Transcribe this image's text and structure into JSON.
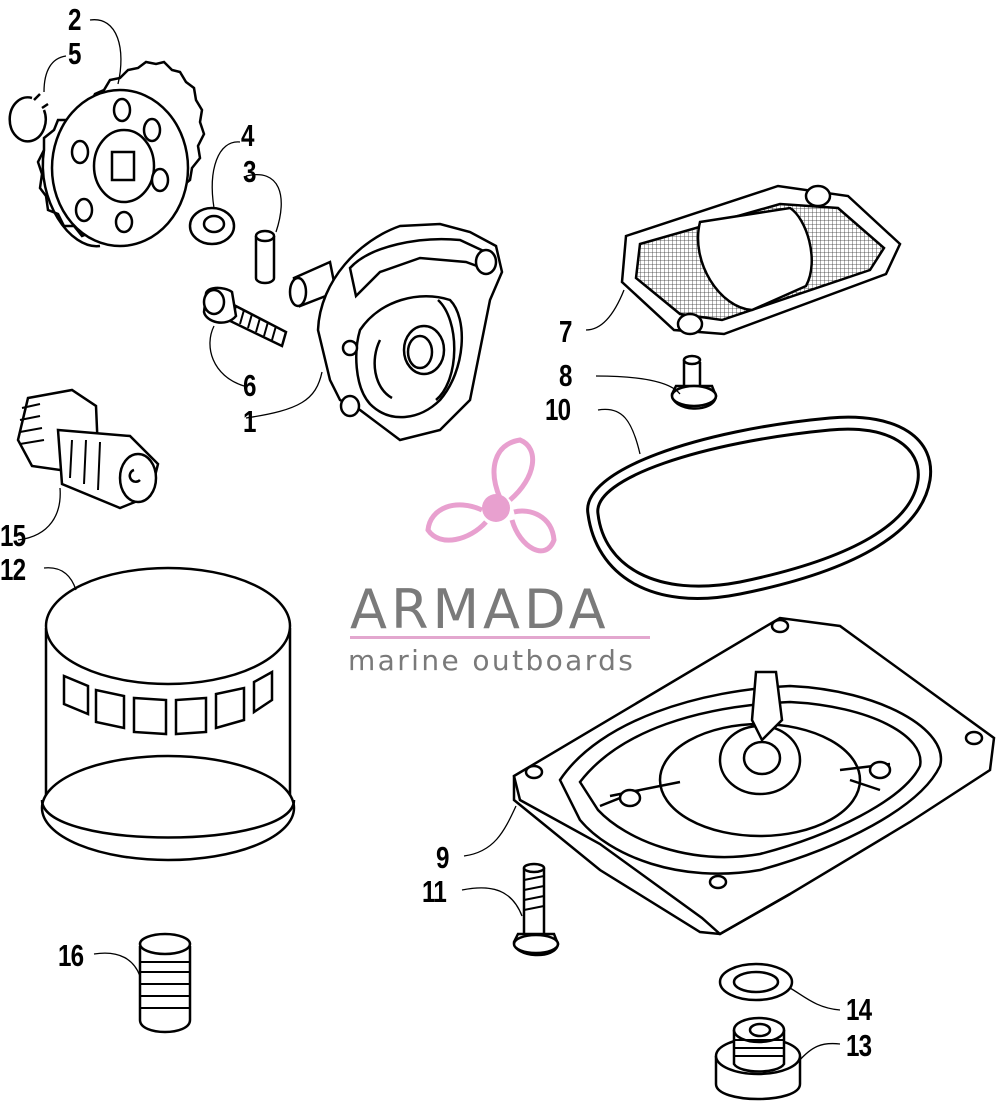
{
  "diagram": {
    "callouts": [
      "2",
      "5",
      "4",
      "3",
      "6",
      "1",
      "7",
      "8",
      "10",
      "15",
      "12",
      "9",
      "11",
      "16",
      "14",
      "13"
    ]
  },
  "logo": {
    "name": "ARMADA",
    "tagline": "marine outboards",
    "colors": {
      "accent": "#e3a7cf",
      "propeller": "#e8a0cf",
      "text": "#7a7a7a"
    }
  }
}
